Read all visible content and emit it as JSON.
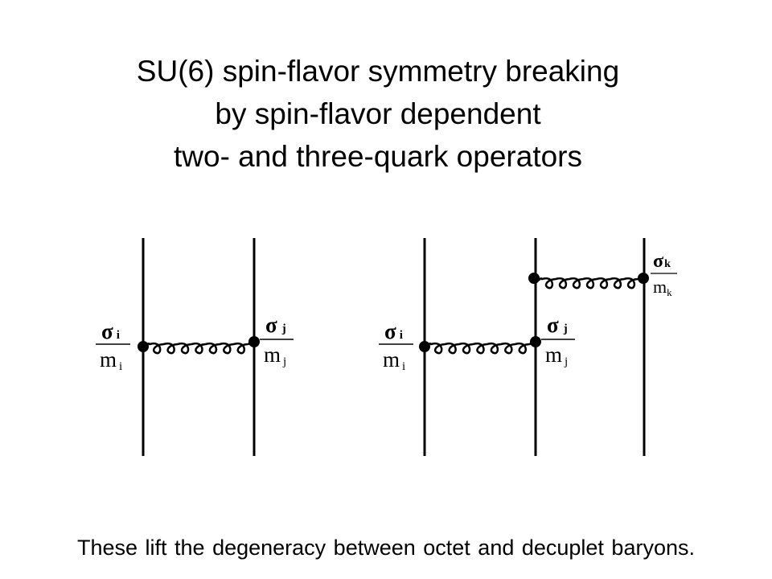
{
  "title": {
    "line1": "SU(6) spin-flavor symmetry breaking",
    "line2": "by spin-flavor dependent",
    "line3": "two- and three-quark operators"
  },
  "diagram_left": {
    "label_left": {
      "numerator": "σ",
      "numerator_sub": "i",
      "denominator": "m",
      "denominator_sub": "i"
    },
    "label_right": {
      "numerator": "σ",
      "numerator_sub": "j",
      "denominator": "m",
      "denominator_sub": "j"
    }
  },
  "diagram_right": {
    "label_left": {
      "numerator": "σ",
      "numerator_sub": "i",
      "denominator": "m",
      "denominator_sub": "i"
    },
    "label_middle": {
      "numerator": "σ",
      "numerator_sub": "j",
      "denominator": "m",
      "denominator_sub": "j"
    },
    "label_top": {
      "numerator": "σ",
      "numerator_sub": "k",
      "denominator": "m",
      "denominator_sub": "k"
    }
  },
  "caption": "These lift the degeneracy between octet and decuplet baryons."
}
